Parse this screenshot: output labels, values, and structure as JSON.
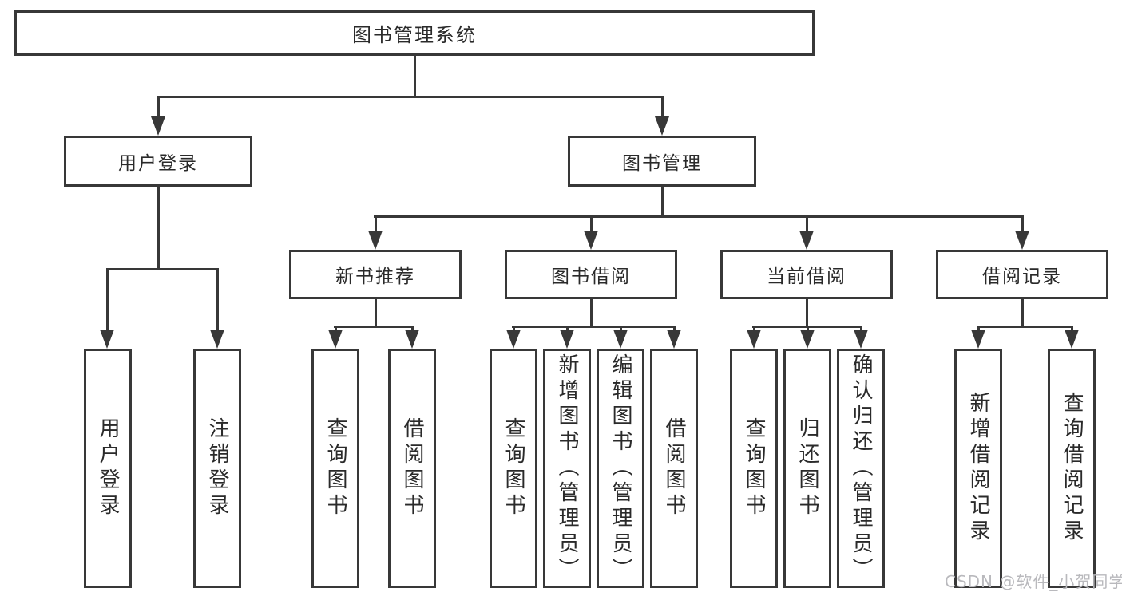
{
  "diagram": {
    "title_node": "root",
    "root": {
      "label": "图书管理系统"
    },
    "branches": [
      {
        "label": "用户登录",
        "children": [
          {
            "label": "用户登录"
          },
          {
            "label": "注销登录"
          }
        ]
      },
      {
        "label": "图书管理",
        "children": [
          {
            "label": "新书推荐",
            "children": [
              {
                "label": "查询图书"
              },
              {
                "label": "借阅图书"
              }
            ]
          },
          {
            "label": "图书借阅",
            "children": [
              {
                "label": "查询图书"
              },
              {
                "label": "新增图书（管理员）"
              },
              {
                "label": "编辑图书（管理员）"
              },
              {
                "label": "借阅图书"
              }
            ]
          },
          {
            "label": "当前借阅",
            "children": [
              {
                "label": "查询图书"
              },
              {
                "label": "归还图书"
              },
              {
                "label": "确认归还（管理员）"
              }
            ]
          },
          {
            "label": "借阅记录",
            "children": [
              {
                "label": "新增借阅记录"
              },
              {
                "label": "查询借阅记录"
              }
            ]
          }
        ]
      }
    ]
  },
  "watermark": {
    "text": "CSDN @软件_小贺同学",
    "color": "#b9b9bd"
  },
  "colors": {
    "line": "#383838",
    "text": "#2a2a2a",
    "box_background": "#ffffff",
    "page_background": "#ffffff",
    "watermark": "#b9b9bd"
  }
}
